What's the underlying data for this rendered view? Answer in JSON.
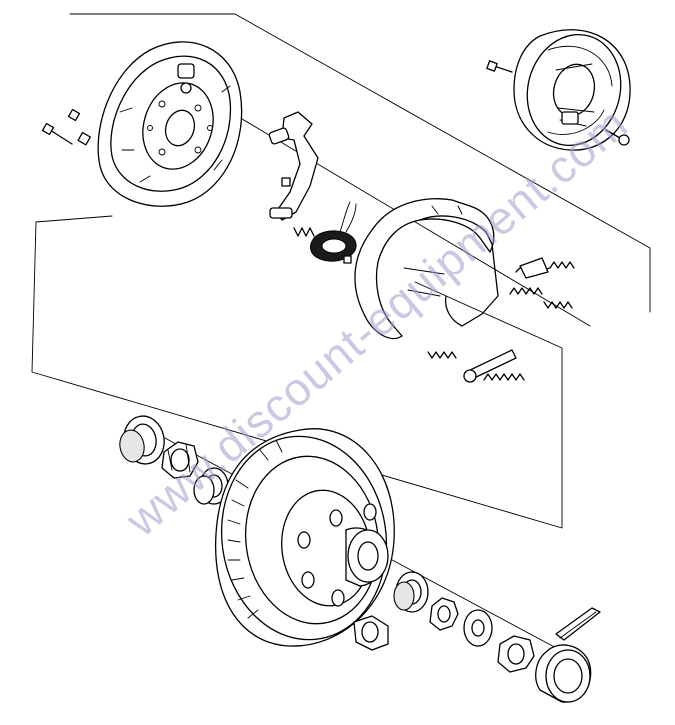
{
  "watermark": {
    "text": "www.discount-equipment.com"
  },
  "colors": {
    "line": "#000000",
    "background": "#ffffff",
    "watermark": "#9d9dcf"
  },
  "parts": [
    "brake-backing-plate",
    "assembled-brake-inset",
    "actuating-lever",
    "magnet",
    "brake-shoe",
    "hold-down-springs",
    "return-springs",
    "adjuster",
    "grease-seal",
    "inner-bearing",
    "hub-drum",
    "lug-nut",
    "outer-bearing",
    "washer",
    "spindle-nut",
    "cotter-pin",
    "dust-cap"
  ]
}
